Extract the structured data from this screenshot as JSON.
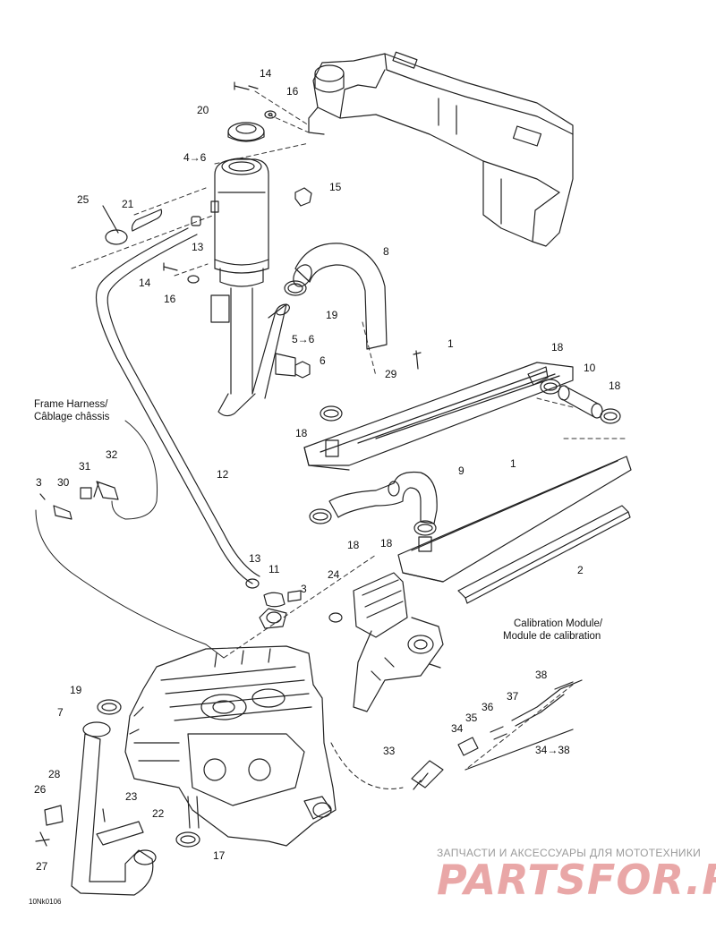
{
  "callouts": {
    "c14a": "14",
    "c16a": "16",
    "c20": "20",
    "c4to6": "4→6",
    "c15": "15",
    "c25": "25",
    "c21": "21",
    "c13a": "13",
    "c8": "8",
    "c14b": "14",
    "c16b": "16",
    "c19a": "19",
    "c5to6": "5→6",
    "c6": "6",
    "c1a": "1",
    "c18a": "18",
    "c10": "10",
    "c18b": "18",
    "c29": "29",
    "c18c": "18",
    "c1b": "1",
    "c9": "9",
    "c18d": "18",
    "c18e": "18",
    "c2": "2",
    "c3a": "3",
    "c30": "30",
    "c31": "31",
    "c32": "32",
    "c12": "12",
    "c13b": "13",
    "c11": "11",
    "c3b": "3",
    "c24": "24",
    "c19b": "19",
    "c7": "7",
    "c38": "38",
    "c37": "37",
    "c36": "36",
    "c35": "35",
    "c34": "34",
    "c34to38": "34→38",
    "c33": "33",
    "c28": "28",
    "c26": "26",
    "c23": "23",
    "c22": "22",
    "c27": "27",
    "c17": "17"
  },
  "captions": {
    "frame_harness_en": "Frame Harness/",
    "frame_harness_fr": "Câblage châssis",
    "calibration_en": "Calibration Module/",
    "calibration_fr": "Module de calibration"
  },
  "drawing_code": "10Nk0106",
  "watermark": {
    "tagline": "ЗАПЧАСТИ И АКСЕССУАРЫ ДЛЯ МОТОТЕХНИКИ",
    "logo": "PARTSFOR.RU",
    "color": "#e9a7a7"
  }
}
